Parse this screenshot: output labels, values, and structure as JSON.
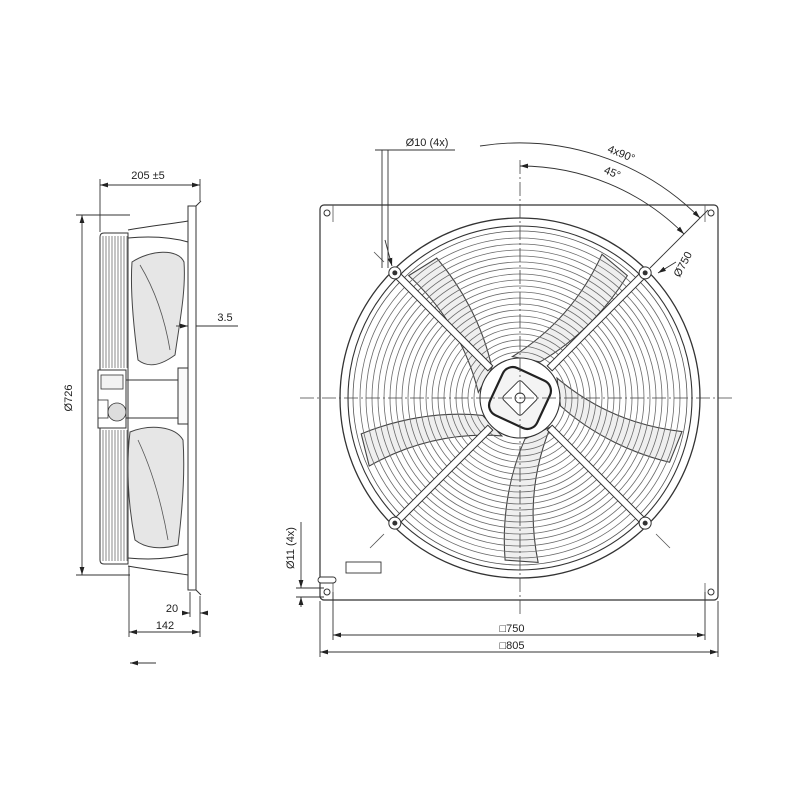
{
  "labels": {
    "side_width": "205 ±5",
    "side_diameter": "Ø726",
    "side_offset": "3.5",
    "side_flange": "20",
    "side_depth": "142",
    "hole_top": "Ø10 (4x)",
    "angle_total": "4x90°",
    "angle_offset": "45°",
    "ring_diameter": "Ø750",
    "hole_plate": "Ø11 (4x)",
    "inner_square": "□750",
    "outer_square": "□805"
  }
}
